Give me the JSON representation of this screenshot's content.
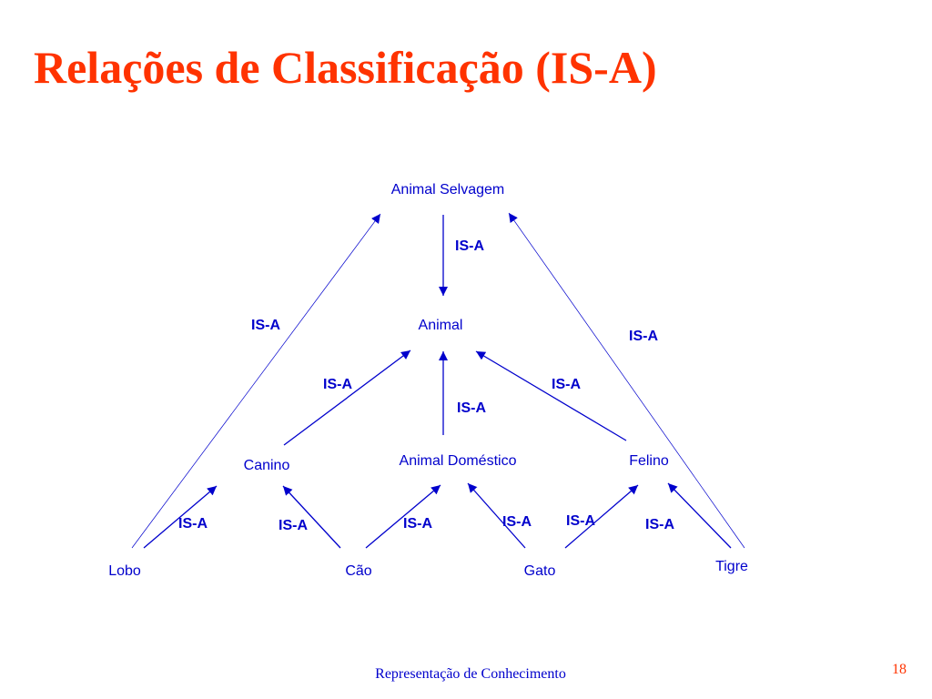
{
  "title": "Relações de Classificação (IS-A)",
  "footer": "Representação de Conhecimento",
  "page_number": "18",
  "colors": {
    "title": "#ff3300",
    "diagram": "#0000cc",
    "page_number": "#ff3300"
  },
  "diagram": {
    "nodes": {
      "animal_selvagem": "Animal Selvagem",
      "animal": "Animal",
      "canino": "Canino",
      "animal_domestico": "Animal Doméstico",
      "felino": "Felino",
      "lobo": "Lobo",
      "cao": "Cão",
      "gato": "Gato",
      "tigre": "Tigre"
    },
    "edges": [
      {
        "from": "Animal Selvagem",
        "to": "Animal",
        "label": "IS-A"
      },
      {
        "from": "Lobo",
        "to": "Animal Selvagem",
        "label": "IS-A"
      },
      {
        "from": "Tigre",
        "to": "Animal Selvagem",
        "label": "IS-A"
      },
      {
        "from": "Canino",
        "to": "Animal",
        "label": "IS-A"
      },
      {
        "from": "Animal Doméstico",
        "to": "Animal",
        "label": "IS-A"
      },
      {
        "from": "Felino",
        "to": "Animal",
        "label": "IS-A"
      },
      {
        "from": "Lobo",
        "to": "Canino",
        "label": "IS-A"
      },
      {
        "from": "Cão",
        "to": "Canino",
        "label": "IS-A"
      },
      {
        "from": "Cão",
        "to": "Animal Doméstico",
        "label": "IS-A"
      },
      {
        "from": "Gato",
        "to": "Animal Doméstico",
        "label": "IS-A"
      },
      {
        "from": "Gato",
        "to": "Felino",
        "label": "IS-A"
      },
      {
        "from": "Tigre",
        "to": "Felino",
        "label": "IS-A"
      }
    ]
  }
}
